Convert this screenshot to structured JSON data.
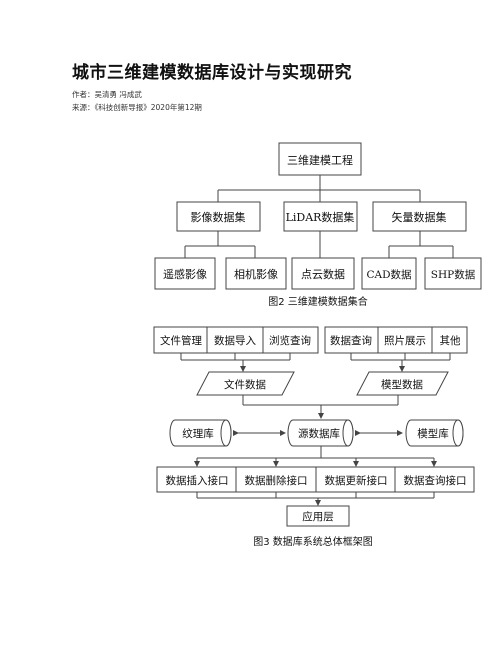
{
  "article": {
    "title": "城市三维建模数据库设计与实现研究",
    "authors": "作者：吴清勇 冯成武",
    "source": "来源：《科技创新导报》2020年第12期"
  },
  "fig2": {
    "root": "三维建模工程",
    "level2": [
      "影像数据集",
      "LiDAR数据集",
      "矢量数据集"
    ],
    "level3": [
      "遥感影像",
      "相机影像",
      "点云数据",
      "CAD数据",
      "SHP数据"
    ],
    "caption": "图2  三维建模数据集合"
  },
  "fig3": {
    "top_left": [
      "文件管理",
      "数据导入",
      "浏览查询"
    ],
    "top_right": [
      "数据查询",
      "照片展示",
      "其他"
    ],
    "file_data": "文件数据",
    "model_data": "模型数据",
    "texture_db": "纹理库",
    "source_db": "源数据库",
    "model_db": "模型库",
    "interfaces": [
      "数据插入接口",
      "数据删除接口",
      "数据更新接口",
      "数据查询接口"
    ],
    "app_layer": "应用层",
    "caption": "图3  数据库系统总体框架图"
  }
}
